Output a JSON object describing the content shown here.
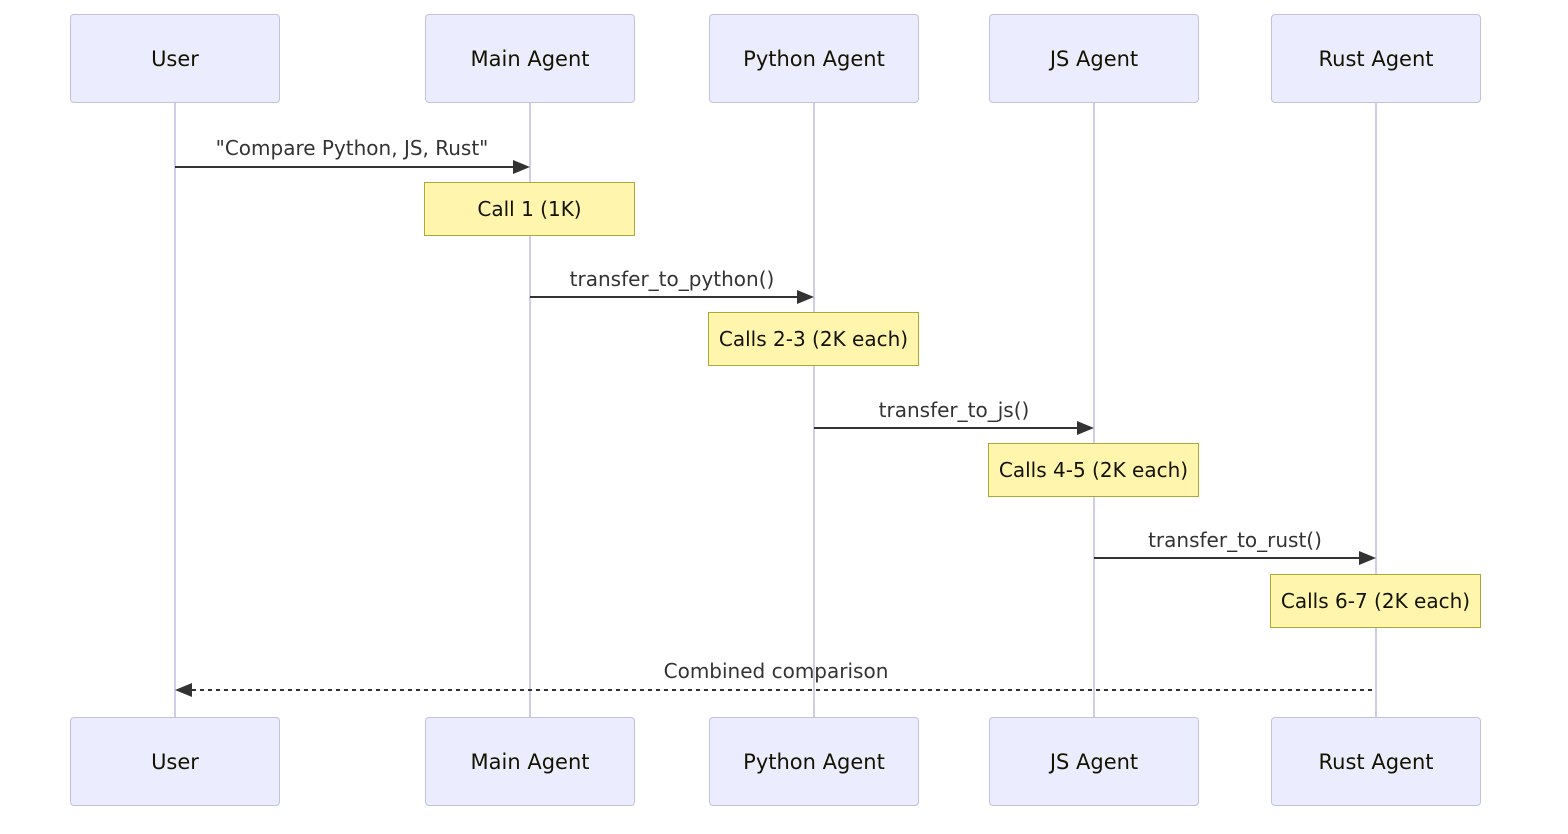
{
  "diagram": {
    "type": "sequence-diagram",
    "colors": {
      "background": "#ffffff",
      "actor_fill": "#ECECFF",
      "actor_border": "#C3C0E0",
      "lifeline": "#CFCCEC",
      "note_fill": "#FFF5AD",
      "note_border": "#AAAA33",
      "message_line": "#333333",
      "message_text": "#333333"
    },
    "actors": [
      {
        "label": "User"
      },
      {
        "label": "Main Agent"
      },
      {
        "label": "Python Agent"
      },
      {
        "label": "JS Agent"
      },
      {
        "label": "Rust Agent"
      }
    ],
    "messages": [
      {
        "from": "User",
        "to": "Main Agent",
        "label": "\"Compare Python, JS, Rust\"",
        "style": "solid"
      },
      {
        "from": "Main Agent",
        "to": "Python Agent",
        "label": "transfer_to_python()",
        "style": "solid"
      },
      {
        "from": "Python Agent",
        "to": "JS Agent",
        "label": "transfer_to_js()",
        "style": "solid"
      },
      {
        "from": "JS Agent",
        "to": "Rust Agent",
        "label": "transfer_to_rust()",
        "style": "solid"
      },
      {
        "from": "Rust Agent",
        "to": "User",
        "label": "Combined comparison",
        "style": "dashed"
      }
    ],
    "notes": [
      {
        "over": "Main Agent",
        "label": "Call 1 (1K)"
      },
      {
        "over": "Python Agent",
        "label": "Calls 2-3 (2K each)"
      },
      {
        "over": "JS Agent",
        "label": "Calls 4-5 (2K each)"
      },
      {
        "over": "Rust Agent",
        "label": "Calls 6-7 (2K each)"
      }
    ]
  }
}
